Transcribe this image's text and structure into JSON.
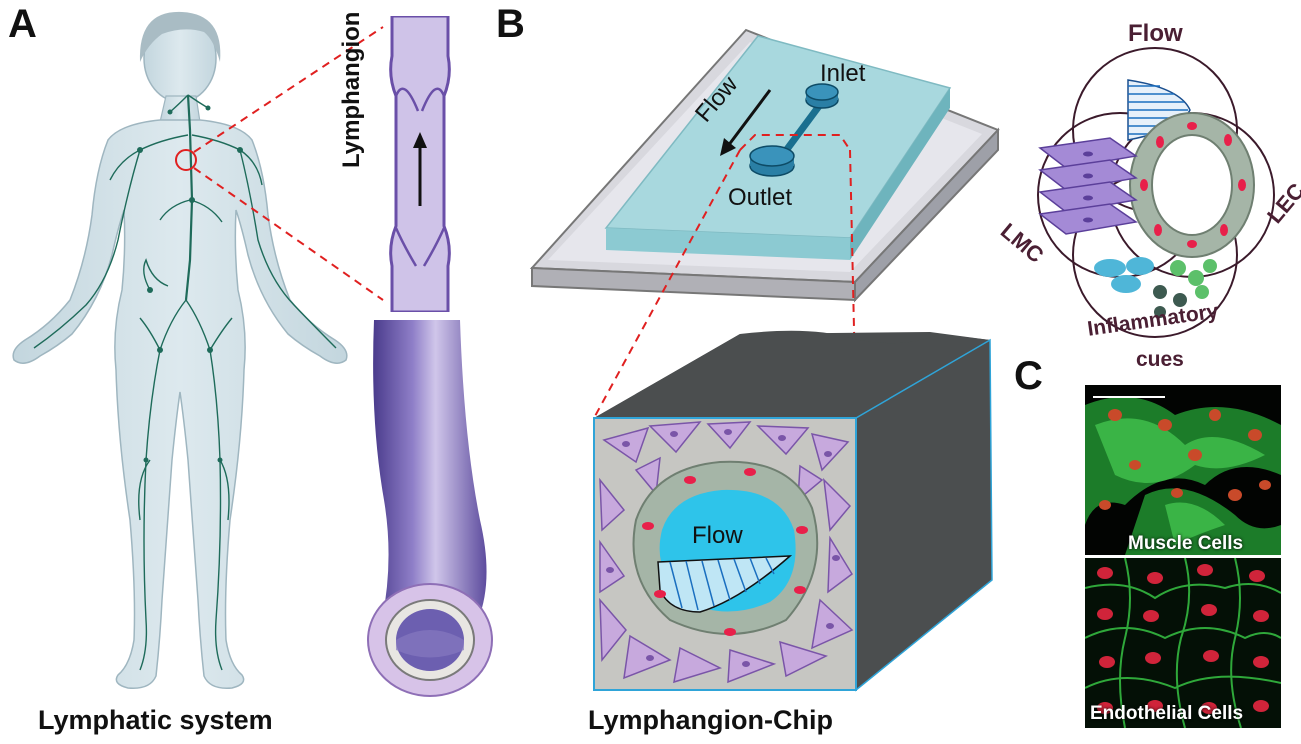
{
  "panels": {
    "a": {
      "letter": "A",
      "caption": "Lymphatic system",
      "vessel_label": "Lymphangion"
    },
    "b": {
      "letter": "B",
      "caption": "Lymphangion-Chip",
      "chip": {
        "flow_label": "Flow",
        "inlet_label": "Inlet",
        "outlet_label": "Outlet"
      },
      "cross_section": {
        "flow_label": "Flow"
      },
      "venn": {
        "flow_label": "Flow",
        "lmc_label": "LMC",
        "lec_label": "LEC",
        "inflammatory_line1": "Inflammatory",
        "inflammatory_line2": "cues"
      }
    },
    "c": {
      "letter": "C",
      "top_label": "Muscle Cells",
      "bottom_label": "Endothelial Cells"
    }
  },
  "colors": {
    "lymph_green": "#1e6b5a",
    "body_fill": "#d3e3ea",
    "vessel_purple": "#b9a7dc",
    "vessel_dark": "#6a4fa8",
    "chip_cyan": "#a8d8de",
    "cell_purple": "#c7a9dd",
    "cell_green_gray": "#a5b5a7",
    "nucleus_red": "#e8204a",
    "dashed_red": "#e02020",
    "venn_outline": "#3b1a2b",
    "venn_text": "#4a1f33"
  }
}
